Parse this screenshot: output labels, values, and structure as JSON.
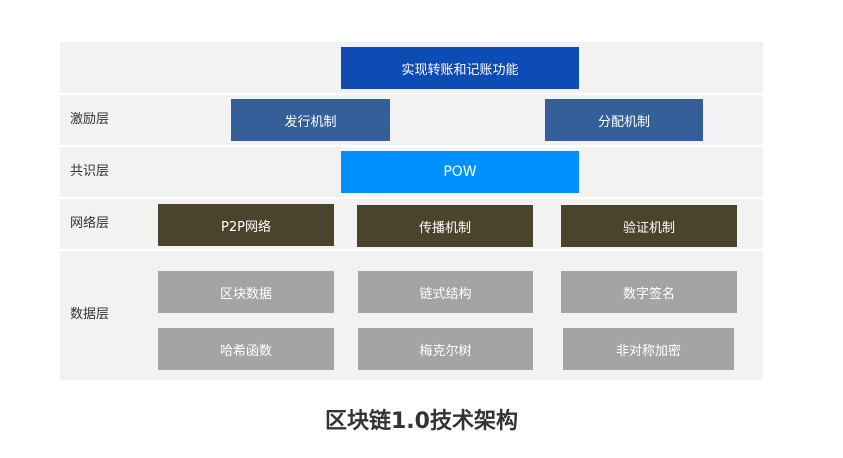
{
  "diagram": {
    "top": {
      "label": "实现转账和记账功能"
    },
    "layers": {
      "incentive": {
        "label": "激励层",
        "boxes": [
          "发行机制",
          "分配机制"
        ]
      },
      "consensus": {
        "label": "共识层",
        "boxes": [
          "POW"
        ]
      },
      "network": {
        "label": "网络层",
        "boxes": [
          "P2P网络",
          "传播机制",
          "验证机制"
        ]
      },
      "data": {
        "label": "数据层",
        "boxes": [
          "区块数据",
          "链式结构",
          "数字签名",
          "哈希函数",
          "梅克尔树",
          "非对称加密"
        ]
      }
    },
    "caption": "区块链1.0技术架构",
    "colors": {
      "top": "#0f4bb5",
      "incentive": "#355f98",
      "consensus": "#0091ff",
      "network": "#4a442d",
      "data": "#a4a4a4",
      "panel": "#f2f2f2"
    }
  }
}
